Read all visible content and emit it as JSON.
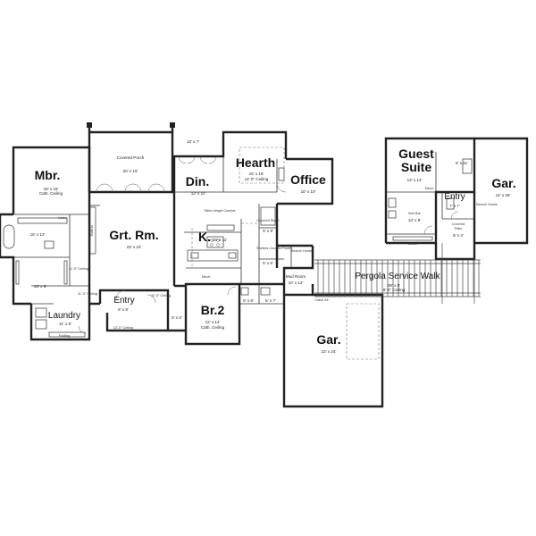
{
  "rooms": {
    "mbr": {
      "name": "Mbr.",
      "dims": "18' x 16'",
      "note": "Cath. Ceiling"
    },
    "mbath": {
      "dims": "16' x 12'",
      "linen": "Linen"
    },
    "closet": {
      "dims": "13' x 8'"
    },
    "laundry": {
      "name": "Laundry",
      "dims": "11' x 8'",
      "folding": "Folding"
    },
    "grtrm": {
      "name": "Grt. Rm.",
      "dims": "19' x 22'"
    },
    "porch": {
      "name": "Covered Porch",
      "dims": "20' x 15'"
    },
    "entry": {
      "name": "Entry",
      "dims": "8' x 8'",
      "note": "12'-0\" Ceiling"
    },
    "din": {
      "name": "Din.",
      "dims": "13' x 11'"
    },
    "hearth": {
      "name": "Hearth",
      "dims": "15' x 16'",
      "note": "11'-0\" Ceiling"
    },
    "office": {
      "name": "Office",
      "dims": "10' x 10'"
    },
    "deck": {
      "dims": "13' x 7'"
    },
    "kitchen": {
      "name": "K.",
      "dims": "15' x 11'",
      "counter": "Table Height Counter",
      "mech": "Mech."
    },
    "stoop": {
      "name": "Covered Stoop",
      "dims": "5' x 9'"
    },
    "pantry": {
      "name": "Shelves Counter Pantry",
      "dims": "5' x 6'"
    },
    "bench": {
      "name": "Bench/ Hooks"
    },
    "mud": {
      "name": "Mud Room",
      "dims": "10' x 12'"
    },
    "br2": {
      "name": "Br.2",
      "dims": "12' x 14'",
      "note": "Cath. Ceiling"
    },
    "bath2a": {
      "dims": "5' x 8'"
    },
    "bath2b": {
      "dims": "5' x 7'"
    },
    "hallnook": {
      "dims": "5' x 6'"
    },
    "gar_main": {
      "name": "Gar.",
      "dims": "23' x 24'",
      "catchall": "Catch All"
    },
    "pergola": {
      "name": "Pergola Service Walk",
      "dims": "39' x 8'",
      "note": "8'-0\" Ceiling"
    },
    "guest": {
      "name": "Guest Suite",
      "dims": "13' x 14'",
      "mech": "Mech."
    },
    "guestcl": {
      "dims": "5' x 11'"
    },
    "wetbar": {
      "name": "Wet Bar",
      "dims": "13' x 8'",
      "bench": "Bench"
    },
    "gentry": {
      "name": "Entry",
      "dims": "7' x 7'"
    },
    "cpatio": {
      "name": "Covered Patio",
      "dims": "8' x 4'"
    },
    "gbench": {
      "name": "Bench/ Hooks"
    },
    "gar_guest": {
      "name": "Gar.",
      "dims": "14' x 26'"
    }
  },
  "labels": {
    "builtin": "Built-in",
    "ceiling_a": "11'-0\" Ceiling",
    "ceiling_b": "11'-0\" Ceiling",
    "ceiling_c": "11'-0\" Ceiling"
  }
}
